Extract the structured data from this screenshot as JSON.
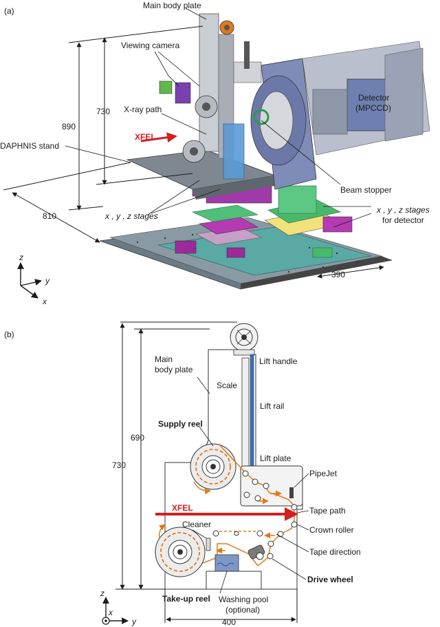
{
  "panel_a": {
    "panel_label": "(a)",
    "labels": {
      "main_body_plate": "Main body plate",
      "viewing_camera": "Viewing camera",
      "xray_path": "X-ray path",
      "xfel": "XFEL",
      "daphnis_stand": "DAPHNIS stand",
      "detector_line1": "Detector",
      "detector_line2": "(MPCCD)",
      "beam_stopper": "Beam stopper",
      "xyz_stages": "x , y , z stages",
      "xyz_stages_detector_line1": "x , y , z stages",
      "xyz_stages_detector_line2": "for detector"
    },
    "dimensions": {
      "d890": "890",
      "d730": "730",
      "d810": "810",
      "d390": "390"
    },
    "axes": {
      "z": "z",
      "y": "y",
      "x": "x"
    }
  },
  "panel_b": {
    "panel_label": "(b)",
    "labels": {
      "main_body_plate_line1": "Main",
      "main_body_plate_line2": "body plate",
      "lift_handle": "Lift handle",
      "scale": "Scale",
      "lift_rail": "Lift rail",
      "supply_reel": "Supply reel",
      "lift_plate": "Lift plate",
      "pipejet": "PipeJet",
      "xfel": "XFEL",
      "tape_path": "Tape path",
      "cleaner": "Cleaner",
      "crown_roller": "Crown roller",
      "tape_direction": "Tape direction",
      "drive_wheel": "Drive wheel",
      "take_up_reel": "Take-up reel",
      "washing_pool_line1": "Washing pool",
      "washing_pool_line2": "(optional)"
    },
    "dimensions": {
      "d730": "730",
      "d690": "690",
      "d400": "400"
    },
    "axes": {
      "z": "z",
      "x": "x",
      "y": "y"
    }
  },
  "colors": {
    "tape": "#e07a1a",
    "xfel_arrow": "#d21f1f",
    "lift_rail": "#3a6fb5",
    "washing_pool": "#7f97c8",
    "detector": "#6f7fb0",
    "stage_green": "#49b86b",
    "stage_magenta": "#b43bb4",
    "table": "#5aa9a4"
  }
}
